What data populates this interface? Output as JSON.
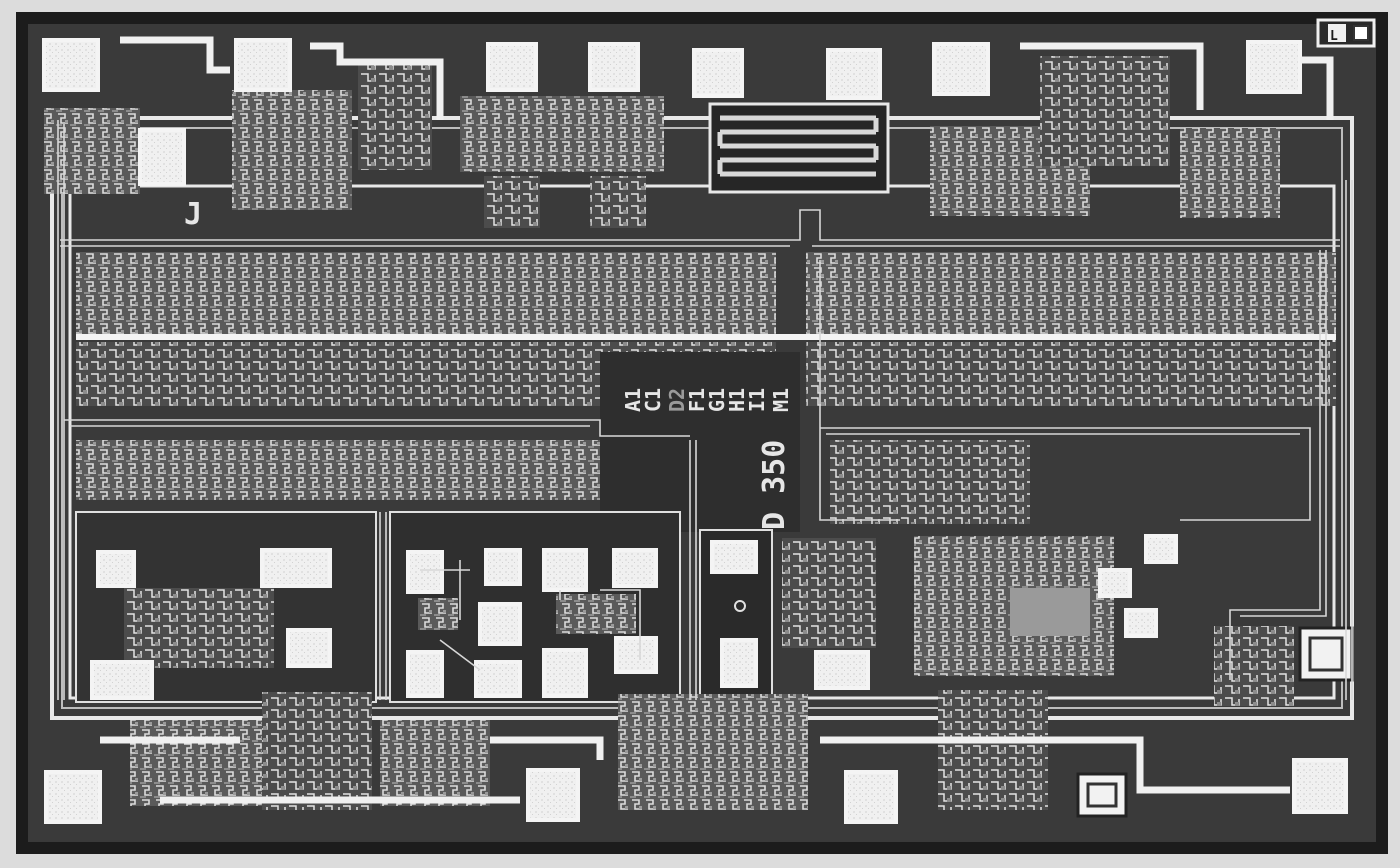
{
  "image": {
    "subject": "silicon-die-micrograph",
    "palette": {
      "paper": "#dedede",
      "die_border": "#1c1c1c",
      "substrate": "#3a3a3a",
      "deep": "#262626",
      "metal": "#f2f2f2",
      "metal_dim": "#cfcfcf",
      "diffusion": "#8a8a8a",
      "well": "#5e5e5e"
    }
  },
  "die": {
    "corner_mark_top_left": "J",
    "corner_mark_top_right": "L",
    "part_number": "D 350",
    "mask_labels": [
      "A1",
      "C1",
      "D2",
      "F1",
      "G1",
      "H1",
      "I1",
      "M1"
    ]
  }
}
